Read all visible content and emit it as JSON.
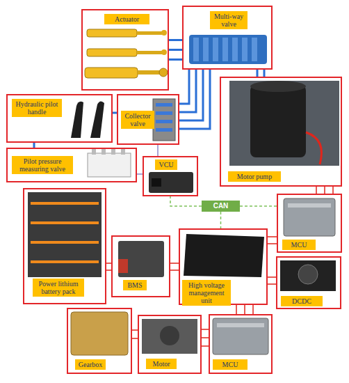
{
  "diagram": {
    "nodes": [
      {
        "text": [
          "Actuator"
        ]
      },
      {
        "text": [
          "Multi-way valve"
        ]
      },
      {
        "text": [
          "Hydraulic pilot handle"
        ]
      },
      {
        "text": [
          "Collector valve"
        ]
      },
      {
        "text": [
          "Motor pump"
        ]
      },
      {
        "text": [
          "Pilot pressure measuring valve"
        ]
      },
      {
        "text": [
          "VCU"
        ]
      },
      {
        "text": [
          "CAN"
        ]
      },
      {
        "text": [
          "MCU"
        ]
      },
      {
        "text": [
          "Power lithium battery pack"
        ]
      },
      {
        "text": [
          "BMS"
        ]
      },
      {
        "text": [
          "High voltage management unit"
        ]
      },
      {
        "text": [
          "DCDC"
        ]
      },
      {
        "text": [
          "Gearbox"
        ]
      },
      {
        "text": [
          "Motor"
        ]
      },
      {
        "text": [
          "MCU"
        ]
      }
    ],
    "edges": [
      {
        "from": 0,
        "to": 1,
        "arrow": "none"
      },
      {
        "from": 3,
        "to": 1,
        "arrow": "none"
      },
      {
        "from": 4,
        "to": 1,
        "arrow": "none"
      },
      {
        "from": 2,
        "to": 3,
        "arrow": "none"
      },
      {
        "from": 2,
        "to": 5,
        "arrow": "none"
      },
      {
        "from": 5,
        "to": 6,
        "arrow": "none"
      },
      {
        "from": 3,
        "to": 6,
        "arrow": "none"
      },
      {
        "from": 7,
        "to": 6,
        "arrow": "none"
      },
      {
        "from": 7,
        "to": 8,
        "arrow": "none"
      },
      {
        "from": 7,
        "to": 11,
        "arrow": "none"
      },
      {
        "from": 4,
        "to": 8,
        "arrow": "none"
      },
      {
        "from": 9,
        "to": 10,
        "arrow": "none"
      },
      {
        "from": 10,
        "to": 11,
        "arrow": "none"
      },
      {
        "from": 11,
        "to": 8,
        "arrow": "none"
      },
      {
        "from": 11,
        "to": 12,
        "arrow": "none"
      },
      {
        "from": 11,
        "to": 15,
        "arrow": "none"
      },
      {
        "from": 15,
        "to": 14,
        "arrow": "none"
      },
      {
        "from": 14,
        "to": 13,
        "arrow": "none"
      }
    ]
  }
}
